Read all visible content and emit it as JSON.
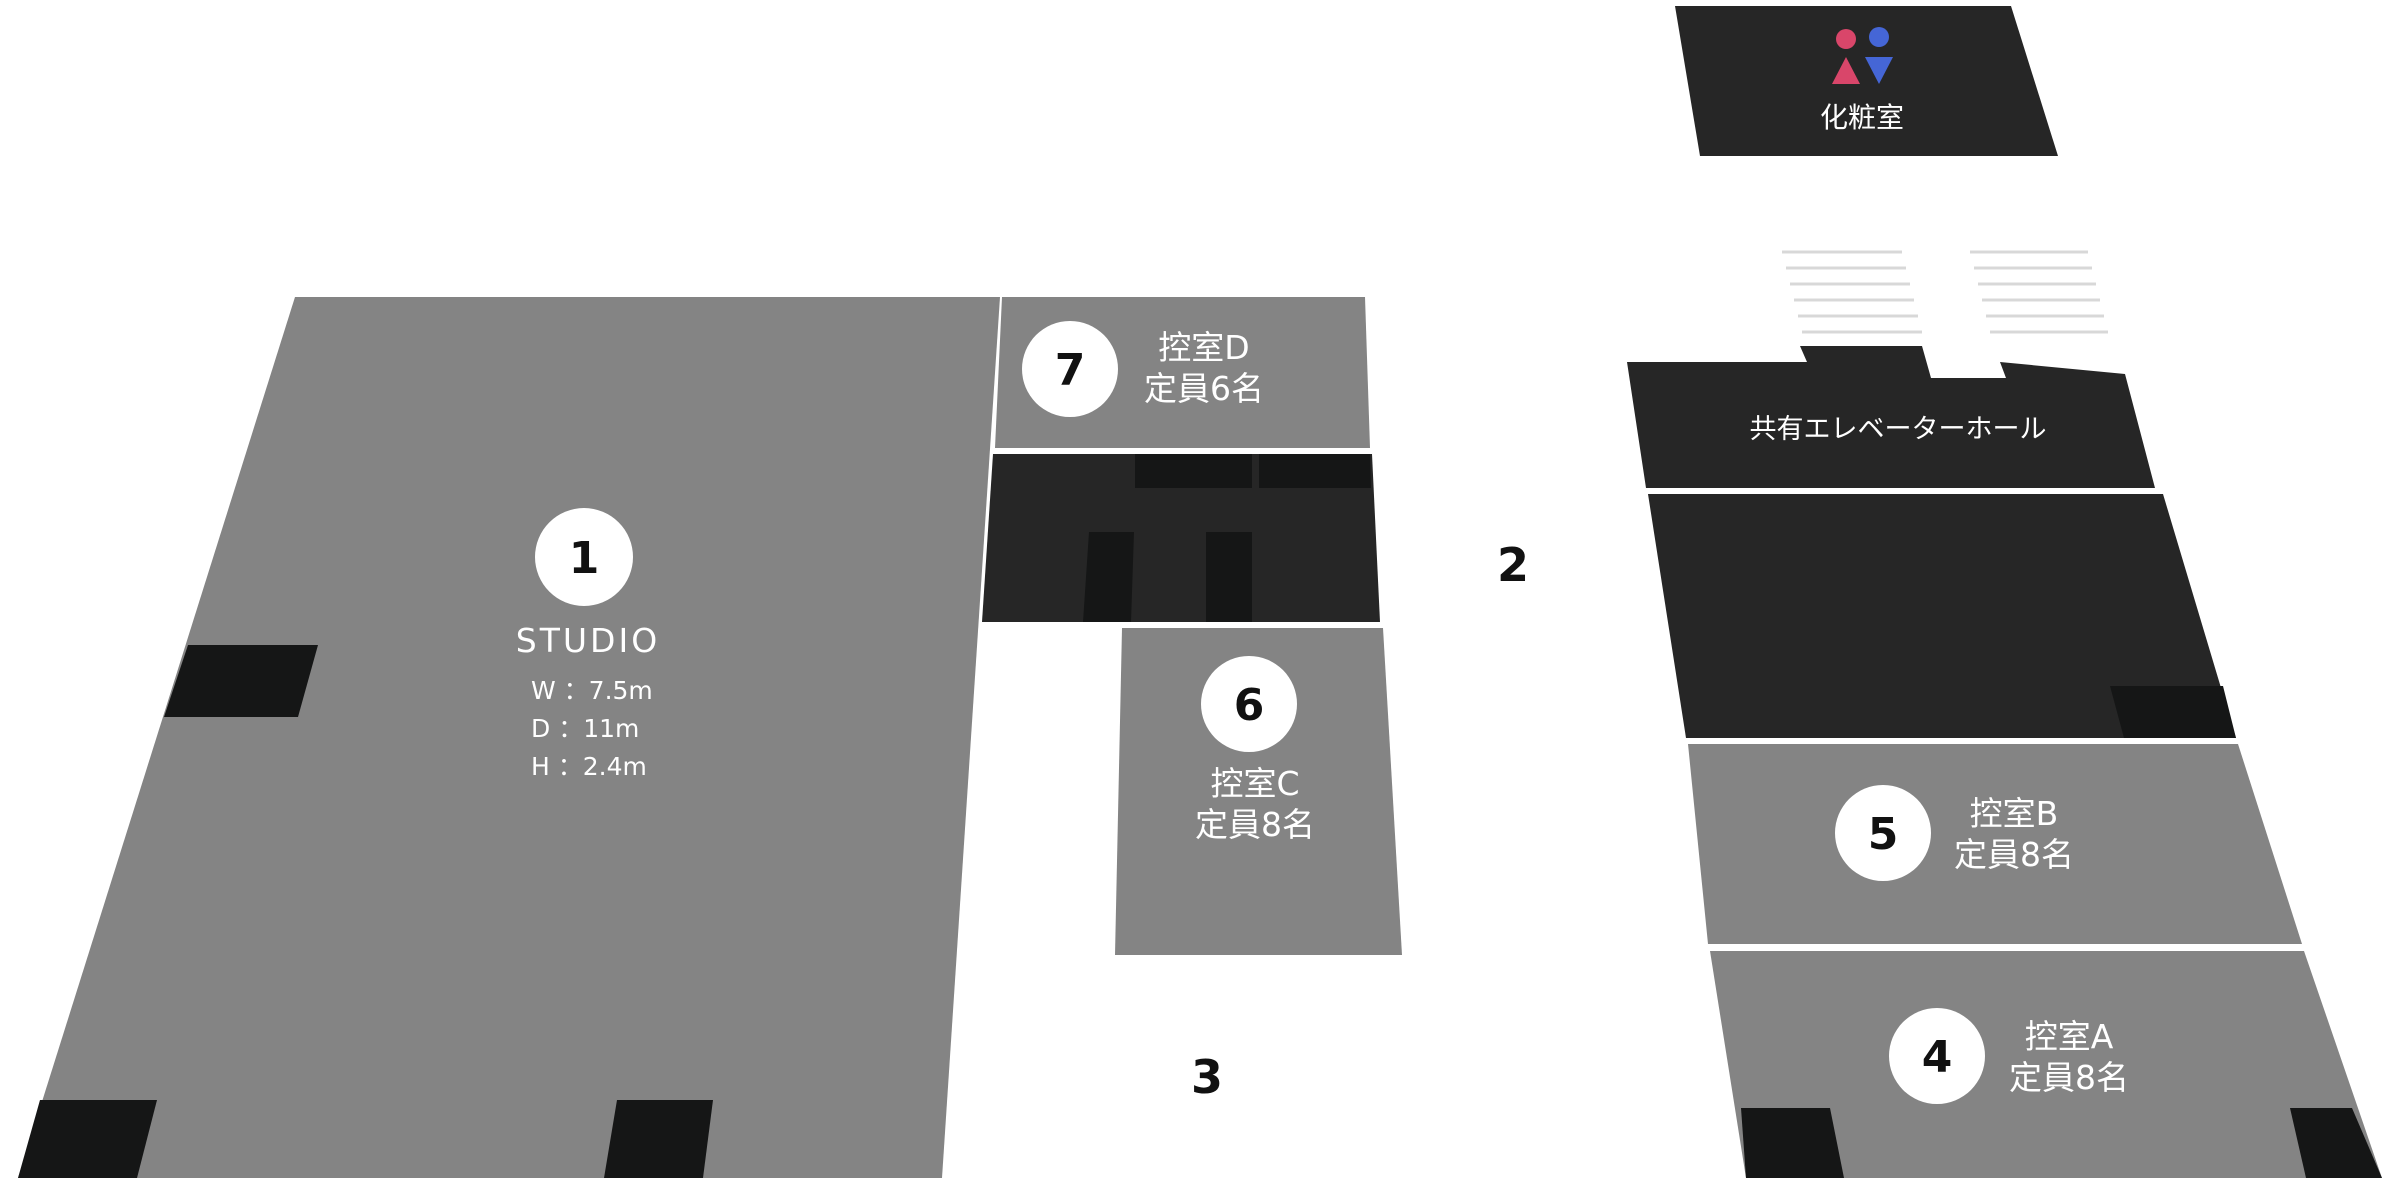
{
  "colors": {
    "room": "#848484",
    "dark": "#262626",
    "darker": "#151616",
    "white": "#ffffff",
    "female": "#d9466a",
    "male": "#4566d6",
    "numtext": "#111111"
  },
  "rooms": {
    "studio": {
      "number": "1",
      "name": "STUDIO",
      "w": "W ：7.5m",
      "d": "D ：11m",
      "h": "H ：2.4m"
    },
    "corridor_2": {
      "number": "2"
    },
    "corridor_3": {
      "number": "3"
    },
    "waiting_a": {
      "number": "4",
      "name": "控室A",
      "capacity": "定員8名"
    },
    "waiting_b": {
      "number": "5",
      "name": "控室B",
      "capacity": "定員8名"
    },
    "waiting_c": {
      "number": "6",
      "name": "控室C",
      "capacity": "定員8名"
    },
    "waiting_d": {
      "number": "7",
      "name": "控室D",
      "capacity": "定員6名"
    },
    "restroom": {
      "name": "化粧室",
      "icon": "restroom-icon"
    },
    "elevator_hall": {
      "name": "共有エレベーターホール"
    }
  }
}
